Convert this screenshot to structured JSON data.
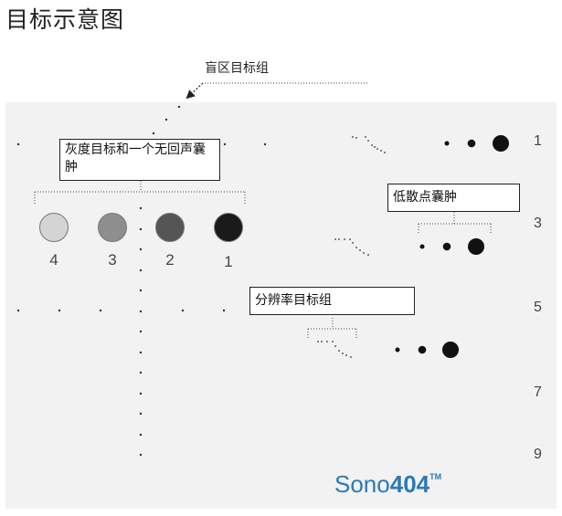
{
  "title": "目标示意图",
  "labels": {
    "blind_zone": "盲区目标组",
    "grayscale": "灰度目标和一个无回声囊肿",
    "low_scatter": "低散点囊肿",
    "resolution": "分辨率目标组"
  },
  "grayscale_targets": [
    {
      "label": "4",
      "color": "#d4d4d4"
    },
    {
      "label": "3",
      "color": "#8e8e8e"
    },
    {
      "label": "2",
      "color": "#555555"
    },
    {
      "label": "1",
      "color": "#1a1a1a"
    }
  ],
  "depth_markers": [
    "1",
    "3",
    "5",
    "7",
    "9"
  ],
  "brand": {
    "name": "Sono",
    "model": "404",
    "tm": "TM"
  }
}
